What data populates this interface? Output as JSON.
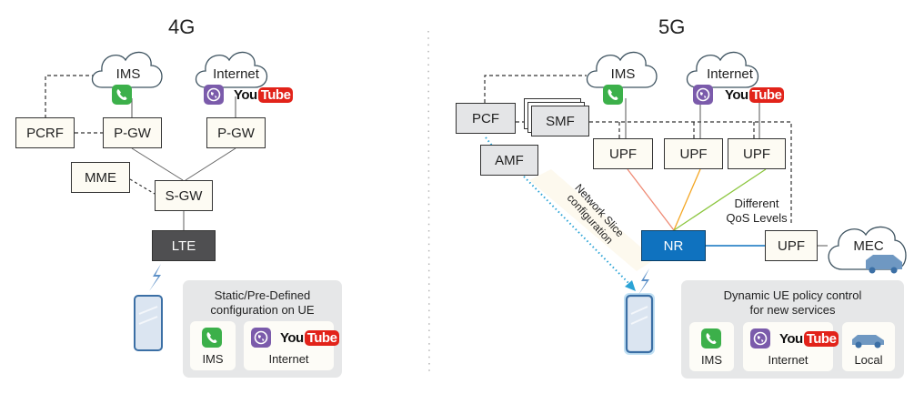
{
  "left": {
    "title": "4G",
    "clouds": [
      {
        "id": "ims",
        "label": "IMS",
        "icons": [
          "phone-icon"
        ]
      },
      {
        "id": "internet",
        "label": "Internet",
        "icons": [
          "globe-icon",
          "youtube-logo"
        ]
      }
    ],
    "nodes": {
      "pcrf": "PCRF",
      "pgw_ims": "P-GW",
      "pgw_internet": "P-GW",
      "mme": "MME",
      "sgw": "S-GW",
      "lte": "LTE"
    },
    "panel": {
      "title_line1": "Static/Pre-Defined",
      "title_line2": "configuration on UE",
      "cards": [
        {
          "label": "IMS",
          "icons": [
            "phone-icon"
          ]
        },
        {
          "label": "Internet",
          "icons": [
            "globe-icon",
            "youtube-logo"
          ]
        }
      ]
    }
  },
  "right": {
    "title": "5G",
    "clouds": [
      {
        "id": "ims",
        "label": "IMS",
        "icons": [
          "phone-icon"
        ]
      },
      {
        "id": "internet",
        "label": "Internet",
        "icons": [
          "globe-icon",
          "youtube-logo"
        ]
      },
      {
        "id": "mec",
        "label": "MEC",
        "icons": [
          "car-icon"
        ]
      }
    ],
    "nodes": {
      "pcf": "PCF",
      "smf": "SMF",
      "amf": "AMF",
      "upf1": "UPF",
      "upf2": "UPF",
      "upf3": "UPF",
      "upf_mec": "UPF",
      "nr": "NR"
    },
    "annotations": {
      "slice_line1": "Network Slice",
      "slice_line2": "configuration",
      "qos_line1": "Different",
      "qos_line2": "QoS Levels"
    },
    "panel": {
      "title_line1": "Dynamic UE policy control",
      "title_line2": "for new services",
      "cards": [
        {
          "label": "IMS",
          "icons": [
            "phone-icon"
          ]
        },
        {
          "label": "Internet",
          "icons": [
            "globe-icon",
            "youtube-logo"
          ]
        },
        {
          "label": "Local",
          "icons": [
            "car-icon"
          ]
        }
      ]
    }
  },
  "logo": {
    "you": "You",
    "tube": "Tube"
  },
  "colors": {
    "upf1_link": "#ef8a74",
    "upf2_link": "#f4a623",
    "upf3_link": "#8cc63f",
    "nr_blue": "#0f72bf",
    "slice_dotted": "#2aa3d6",
    "phone_green": "#3cb04a",
    "globe_purple": "#7b5bab",
    "youtube_red": "#e2231a"
  }
}
